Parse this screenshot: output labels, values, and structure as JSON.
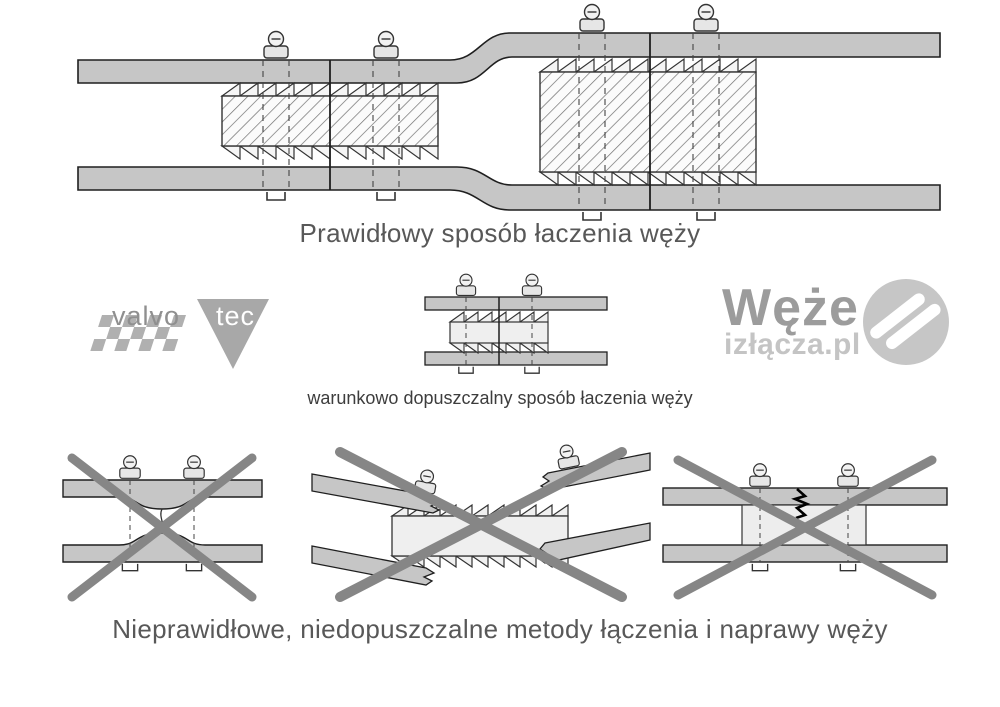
{
  "captions": {
    "correct": "Prawidłowy sposób łaczenia węży",
    "conditional": "warunkowo dopuszczalny sposób łaczenia węży",
    "incorrect": "Nieprawidłowe, niedopuszczalne metody łączenia i naprawy węży"
  },
  "logos": {
    "valvotec": {
      "brand": "valvo",
      "suffix": "tec"
    },
    "weze": {
      "title": "Węże",
      "subtitle": "izłącza.pl"
    }
  },
  "icons": {
    "clamp_screw": "hose-clamp-screw-icon",
    "clamp_bracket": "hose-clamp-bracket-icon",
    "prohibition_cross": "prohibition-cross-icon",
    "pipes_badge": "hose-pipes-badge-icon",
    "checkered_flag": "checkered-flag-icon",
    "crack_mark": "crack-damage-icon"
  },
  "colors": {
    "hose_fill": "#c6c6c6",
    "outline": "#222222",
    "fitting_fill": "#f7f7f7",
    "cross_gray": "#868686",
    "caption_gray": "#585858",
    "logo_gray": "#9c9c9c",
    "logo_light_gray": "#c4c4c4"
  }
}
